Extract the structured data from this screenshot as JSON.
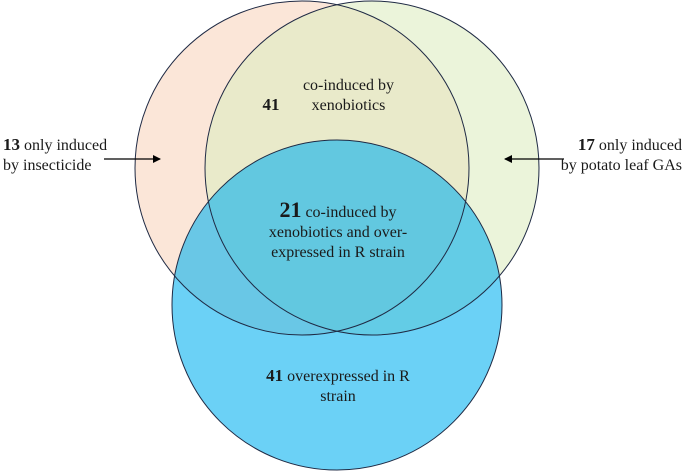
{
  "colors": {
    "insecticide_circle": "#FAE3D3",
    "potato_circle": "#DDECC2",
    "r_strain_circle": "#00B0F0",
    "outline": "#1f2a44"
  },
  "regions": {
    "xeno_only": {
      "count": "41",
      "text": "co-induced by xenobiotics"
    },
    "center": {
      "count": "21",
      "text_line1": "co-induced by",
      "text_line2": "xenobiotics and over-",
      "text_line3": "expressed in R strain"
    },
    "r_strain_only": {
      "count": "41",
      "text_line1": "overexpressed in R",
      "text_line2": "strain"
    }
  },
  "callouts": {
    "left": {
      "count": "13",
      "text_line1": "only induced",
      "text_line2": "by insecticide"
    },
    "right": {
      "count": "17",
      "text_line1": "only induced",
      "text_line2": "by potato leaf GAs"
    }
  }
}
